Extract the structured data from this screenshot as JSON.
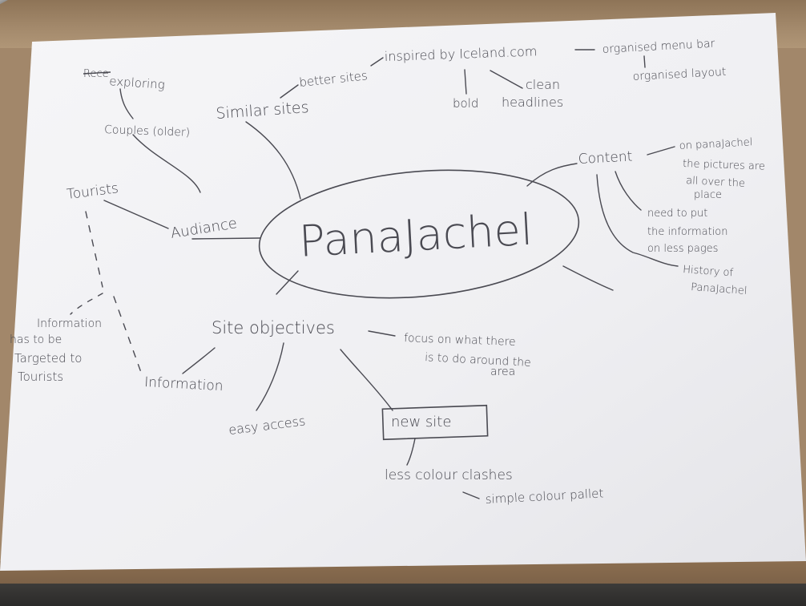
{
  "center": "PanaJachel",
  "branches": {
    "similar_sites": {
      "label": "Similar sites",
      "better_sites": "better sites",
      "inspired": "inspired by Iceland.com",
      "menu_bar": "organised menu bar",
      "layout": "organised layout",
      "bold": "bold",
      "clean": "clean",
      "headlines": "headlines"
    },
    "audience": {
      "label": "Audiance",
      "tourists": "Tourists",
      "couples": "Couples (older)",
      "exploring_struck": "Rece",
      "exploring": "exploring",
      "info_targeted_1": "Information",
      "info_targeted_2": "has to be",
      "info_targeted_3": "Targeted to",
      "info_targeted_4": "Tourists"
    },
    "content": {
      "label": "Content",
      "pictures_1": "on panaJachel",
      "pictures_2": "the pictures are",
      "pictures_3": "all over the",
      "pictures_4": "place",
      "info_1": "need to put",
      "info_2": "the information",
      "info_3": "on less pages",
      "history_1": "History of",
      "history_2": "PanaJachel"
    },
    "objectives": {
      "label": "Site objectives",
      "focus_1": "focus on what there",
      "focus_2": "is to do around the",
      "focus_3": "area",
      "information": "Information",
      "easy_access": "easy access",
      "new_site": "new site",
      "colour_clashes": "less colour clashes",
      "colour_pallet": "simple colour pallet"
    }
  },
  "colors": {
    "paper": "#f3f3f5",
    "ink": "#4a4a52",
    "wood": "#a2876a"
  }
}
